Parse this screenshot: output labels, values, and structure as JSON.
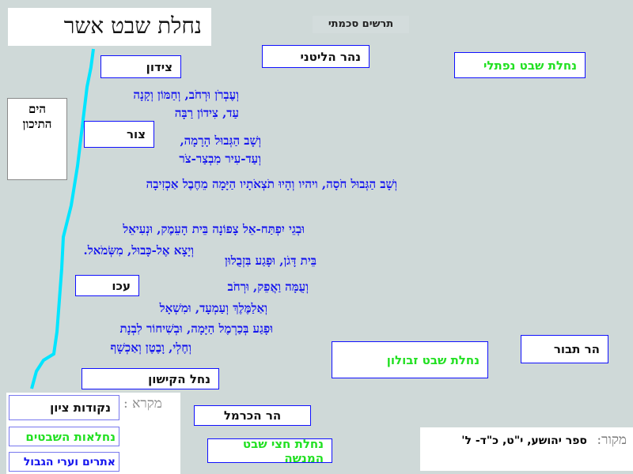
{
  "title": "נחלת שבט אשר",
  "subtitle": "תרשים סכמתי",
  "places": {
    "sidon": "צידון",
    "litani": "נהר הליטני",
    "naftali": "נחלת שבט נפתלי",
    "sea": "הים התיכון",
    "tyre": "צור",
    "acre": "עכו",
    "kishon": "נחל הקישון",
    "zevulun": "נחלת שבט זבולון",
    "tabor": "הר תבור",
    "carmel": "הר הכרמל",
    "menashe": "נחלת חצי שבט המנשה"
  },
  "verses": [
    "וְעֶבְרֹן וּרְחֹב, וְחַמּוֹן וְקָנָה",
    "עַד, צִידוֹן רַבָּה",
    "וְשָׁב הַגְּבוּל הָרָמָה,",
    "וְעַד-עִיר מִבְצַר-צֹר",
    "וְשָׁב הַגְּבוּל חֹסָה, ויהיו  וְהָיוּ  תֹצְאֹתָיו הַיָּמָה מֵחֶבֶל אַכְזִיבָה",
    "וּבְגֵי יִפְתַּח-אֵל צָפוֹנָה בֵּית הָעֵמֶק, וּנְעִיאֵל",
    "וְיָצָא אֶל-כָּבוּל, מִשְּׂמֹאל.",
    "בֵּית דָּגֹן, וּפָגַע בִּזְבֻלוּן",
    "וְעֻמָּה וַאֲפֵק, וּרְחֹב",
    "וְאַלַמֶּלֶךְ וְעַמְעָד, וּמִשְׁאָל",
    "וּפָגַע בְּכַרְמֶל הַיָּמָה, וּבְשִׁיחוֹר לִבְנָת",
    "וְחֶלְי, וָבֶטֶן וְאַכְשָׁף"
  ],
  "legend": {
    "title": "מקרא :",
    "landmarks": "נקודות ציון",
    "tribes": "נחלאות השבטים",
    "sites": "אתרים וערי הגבול"
  },
  "source": {
    "label": "מקור:",
    "text": "ספר יהושע, י\"ט, כ\"ד- ל'"
  },
  "colors": {
    "coast": "#00e5ff",
    "verse": "#1515ee",
    "tribe": "#22e022",
    "border": "#1010ff"
  }
}
